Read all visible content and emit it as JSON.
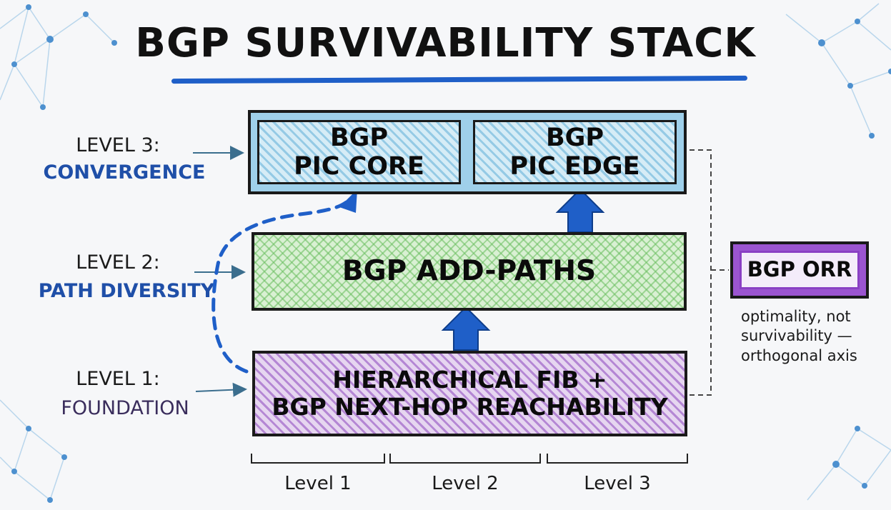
{
  "title": "BGP SURVIVABILITY STACK",
  "levels": [
    {
      "number_label": "LEVEL 3:",
      "name": "CONVERGENCE"
    },
    {
      "number_label": "LEVEL 2:",
      "name": "PATH DIVERSITY"
    },
    {
      "number_label": "LEVEL 1:",
      "name": "FOUNDATION"
    }
  ],
  "boxes": {
    "pic_core": {
      "line1": "BGP",
      "line2": "PIC CORE"
    },
    "pic_edge": {
      "line1": "BGP",
      "line2": "PIC EDGE"
    },
    "add_paths": "BGP ADD-PATHS",
    "fib": {
      "line1": "HIERARCHICAL FIB +",
      "line2": "BGP NEXT-HOP REACHABILITY"
    },
    "orr": "BGP ORR"
  },
  "orr_note": [
    "optimality, not",
    "survivability —",
    "orthogonal axis"
  ],
  "scale_labels": [
    "Level 1",
    "Level 2",
    "Level 3"
  ],
  "colors": {
    "blue_accent": "#1f5fc8",
    "convergence_text": "#1f4fa8",
    "foundation_text": "#3a2d5c",
    "pic_fill": "#9fd0ea",
    "add_paths_fill": "#8fd18a",
    "fib_fill": "#9a55cf",
    "orr_fill": "#8a3fc4"
  }
}
